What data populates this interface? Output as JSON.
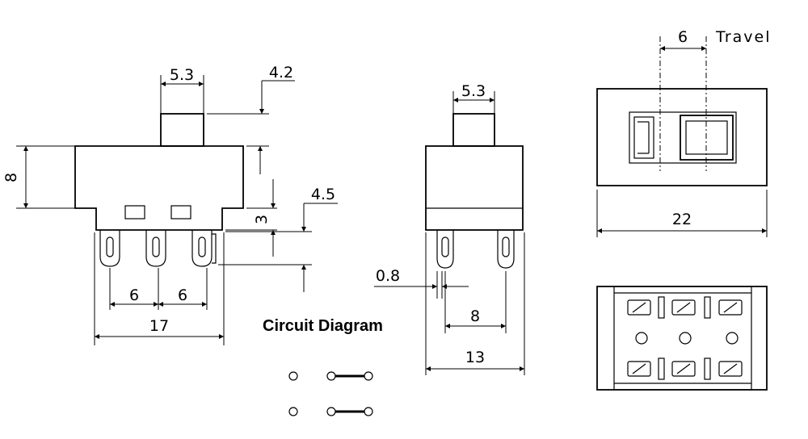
{
  "front_view": {
    "actuator_width": "5.3",
    "actuator_height": "4.2",
    "body_height": "8",
    "step_height": "3",
    "terminal_length": "4.5",
    "pitch_left": "6",
    "pitch_right": "6",
    "total_width": "17"
  },
  "side_view": {
    "actuator_width": "5.3",
    "terminal_thickness": "0.8",
    "terminal_spacing": "8",
    "total_width": "13"
  },
  "top_view": {
    "travel_value": "6",
    "travel_label": "Travel",
    "total_length": "22"
  },
  "circuit": {
    "title": "Circuit Diagram"
  }
}
